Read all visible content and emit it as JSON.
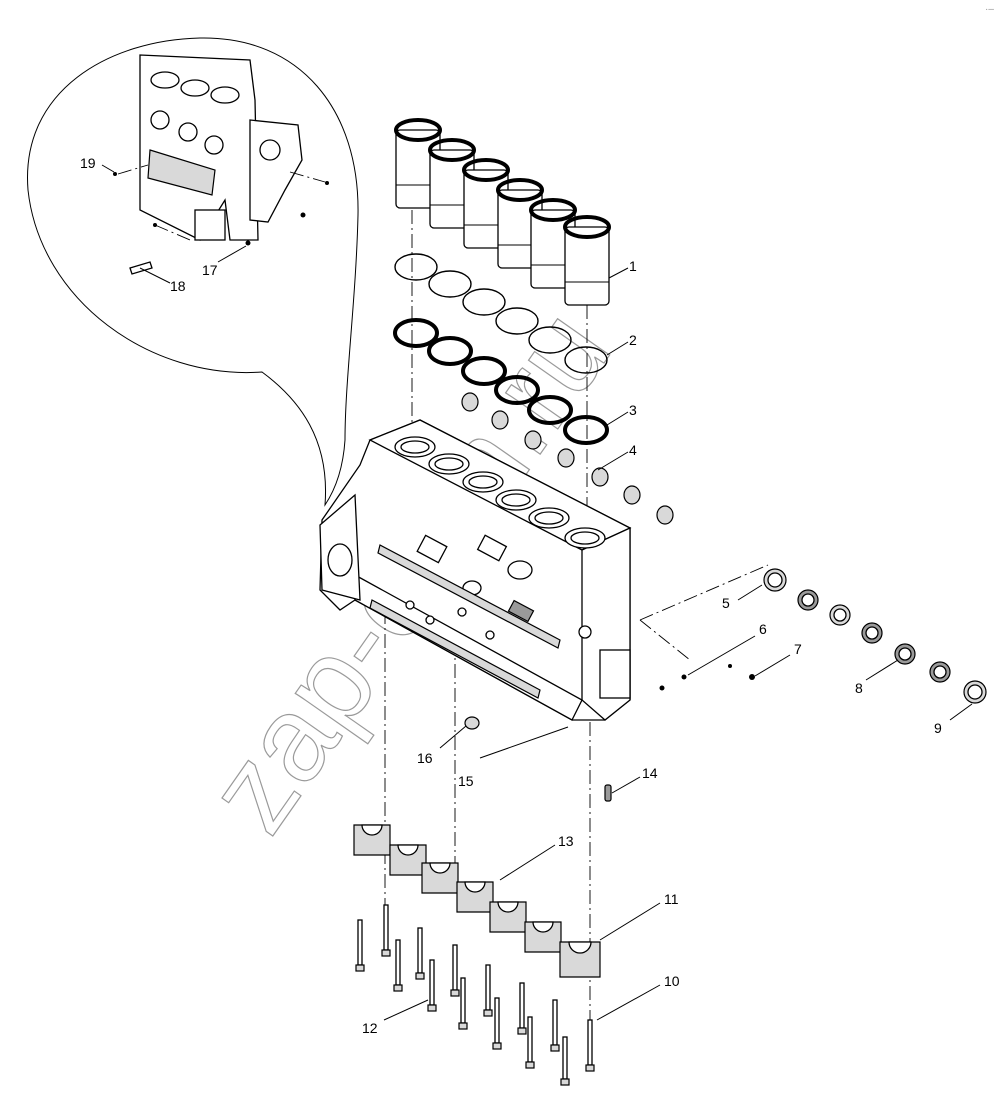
{
  "diagram": {
    "callouts": [
      "1",
      "2",
      "3",
      "4",
      "5",
      "6",
      "7",
      "8",
      "9",
      "10",
      "11",
      "12",
      "13",
      "14",
      "15",
      "16",
      "17",
      "18",
      "19"
    ],
    "watermark": "zap-com.ru",
    "corner_mark": "·–"
  }
}
